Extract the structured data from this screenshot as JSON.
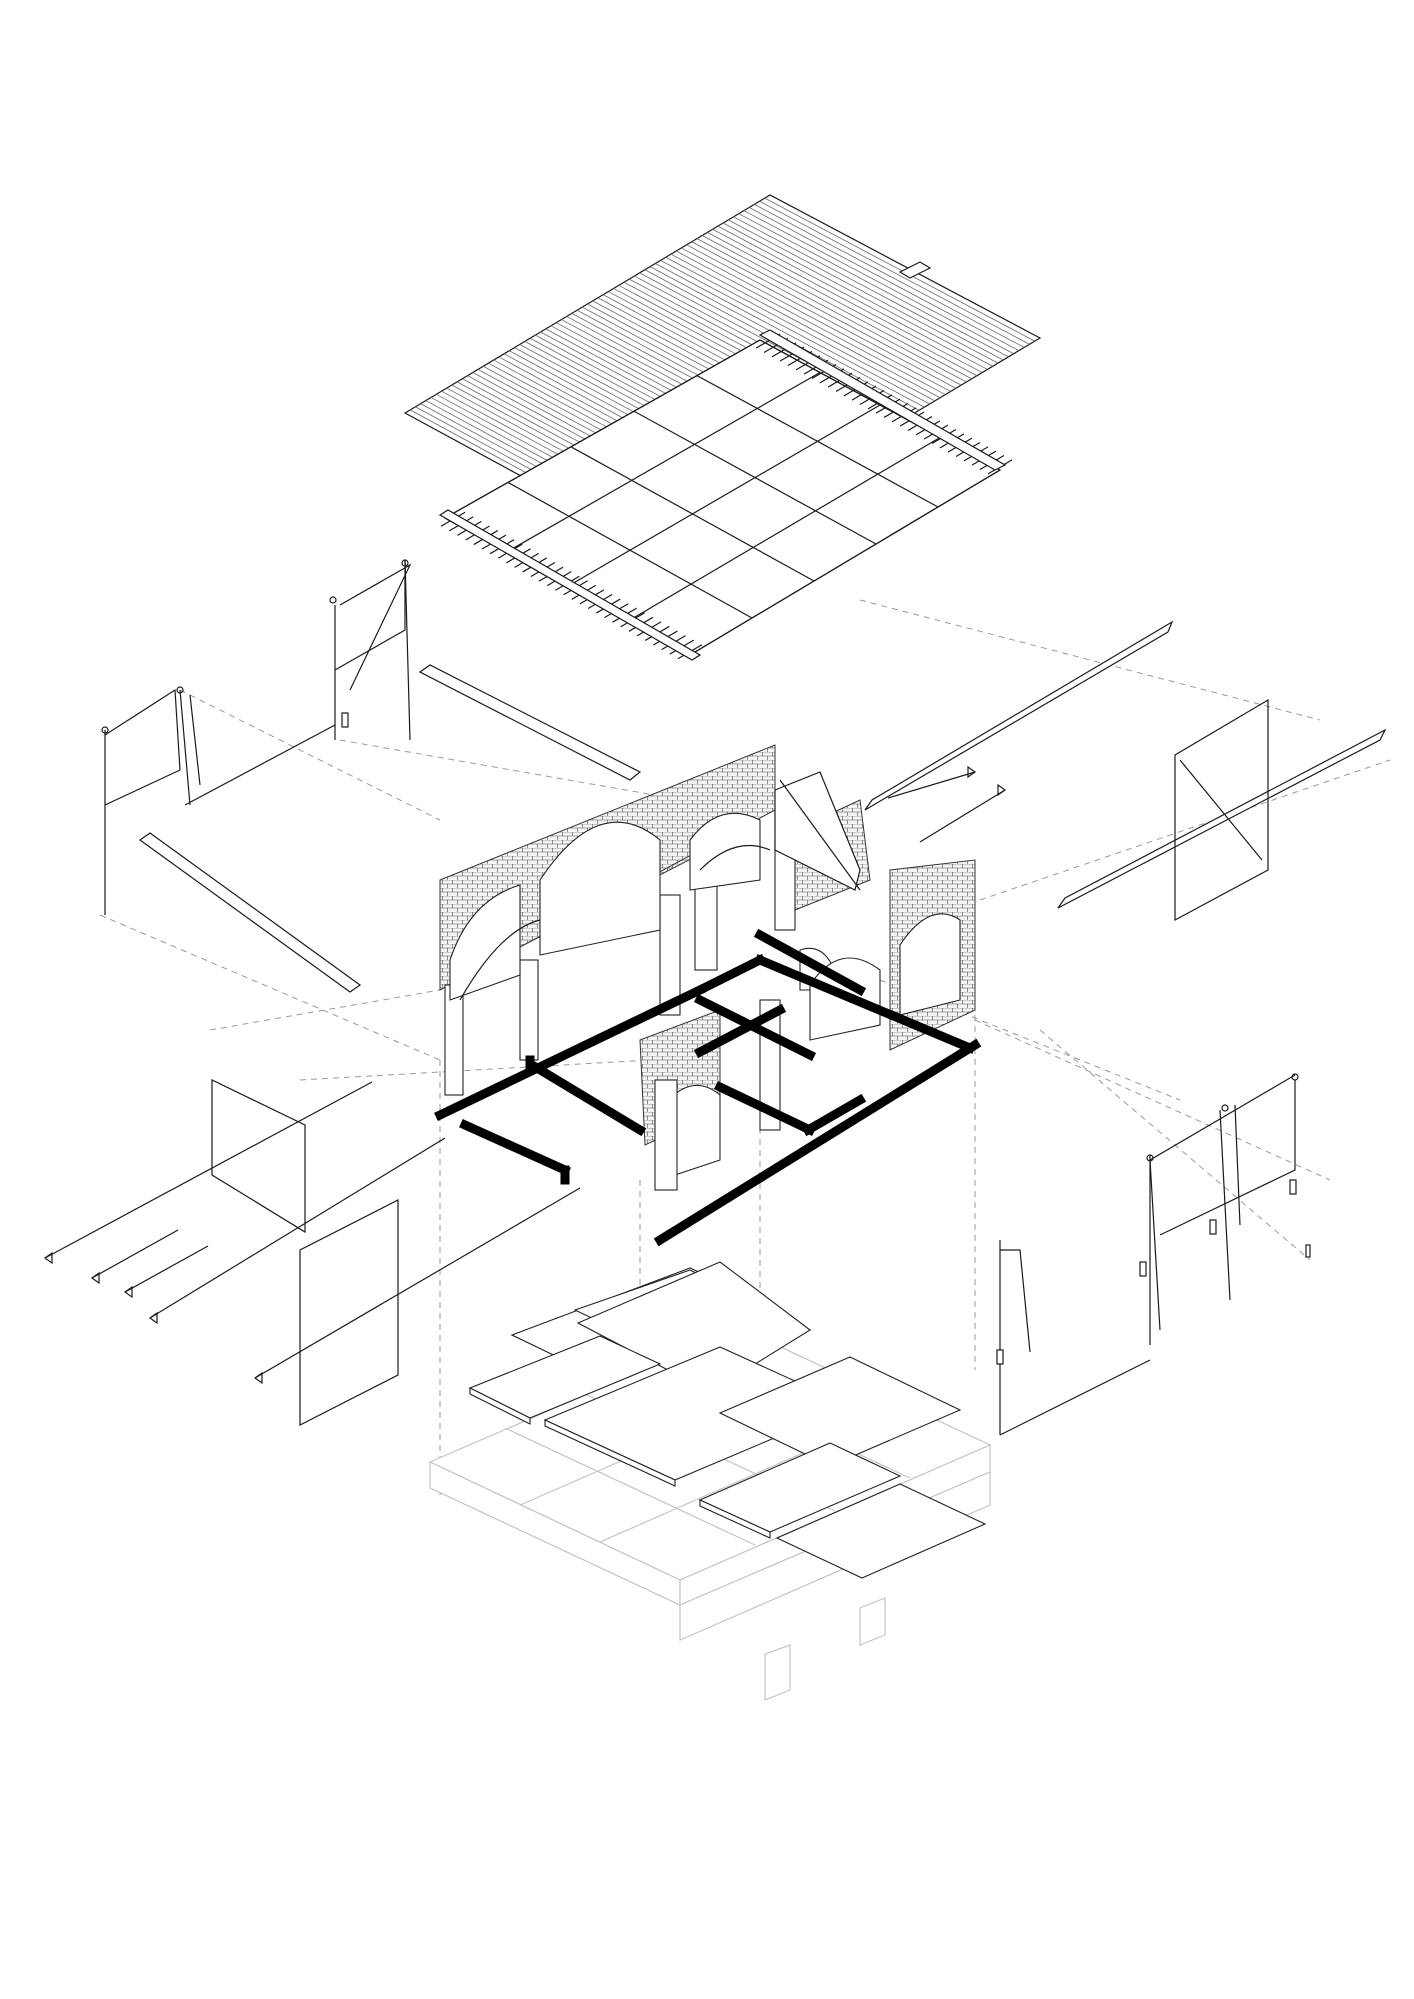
{
  "drawing": {
    "kind": "exploded-axonometric",
    "layers": [
      "corrugated-roof-sheet",
      "timber-roof-grid",
      "brick-vault-walls",
      "floor-plan-outline",
      "floor-panels",
      "timber-base-platform",
      "wall-rigging-left",
      "wall-rigging-right",
      "hanging-screens"
    ]
  },
  "colors": {
    "ink": "#1a1a1a",
    "construction_dash": "#9a9a9a",
    "ghost_base": "#c4c4c4",
    "plan_outline": "#000000",
    "background": "#ffffff"
  }
}
